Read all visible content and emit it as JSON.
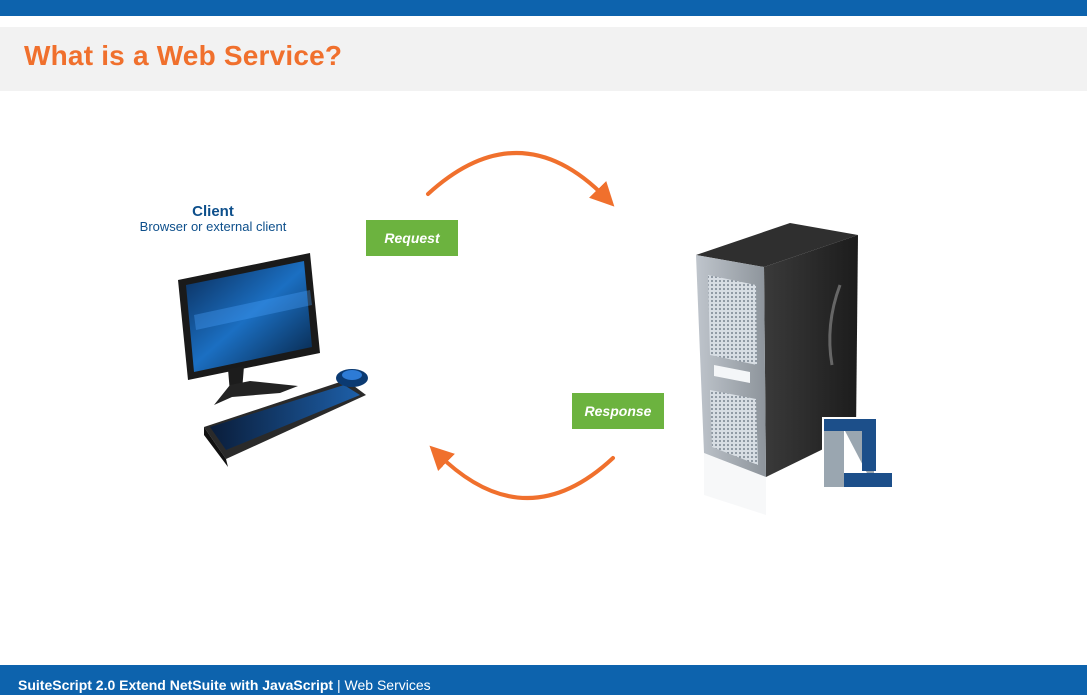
{
  "slide": {
    "title": "What is a Web Service?"
  },
  "client": {
    "title": "Client",
    "subtitle": "Browser or external client"
  },
  "flow": {
    "request_label": "Request",
    "response_label": "Response"
  },
  "footer": {
    "course": "SuiteScript 2.0 Extend NetSuite with JavaScript",
    "separator": " | ",
    "section": "Web Services"
  },
  "colors": {
    "top_bar": "#0d63ad",
    "title": "#f0702d",
    "arrow": "#f0702d",
    "tag": "#6cb33f",
    "client_text": "#0d4f8b",
    "logo_blue": "#1c4f8a",
    "logo_grey": "#9aa6b0"
  }
}
